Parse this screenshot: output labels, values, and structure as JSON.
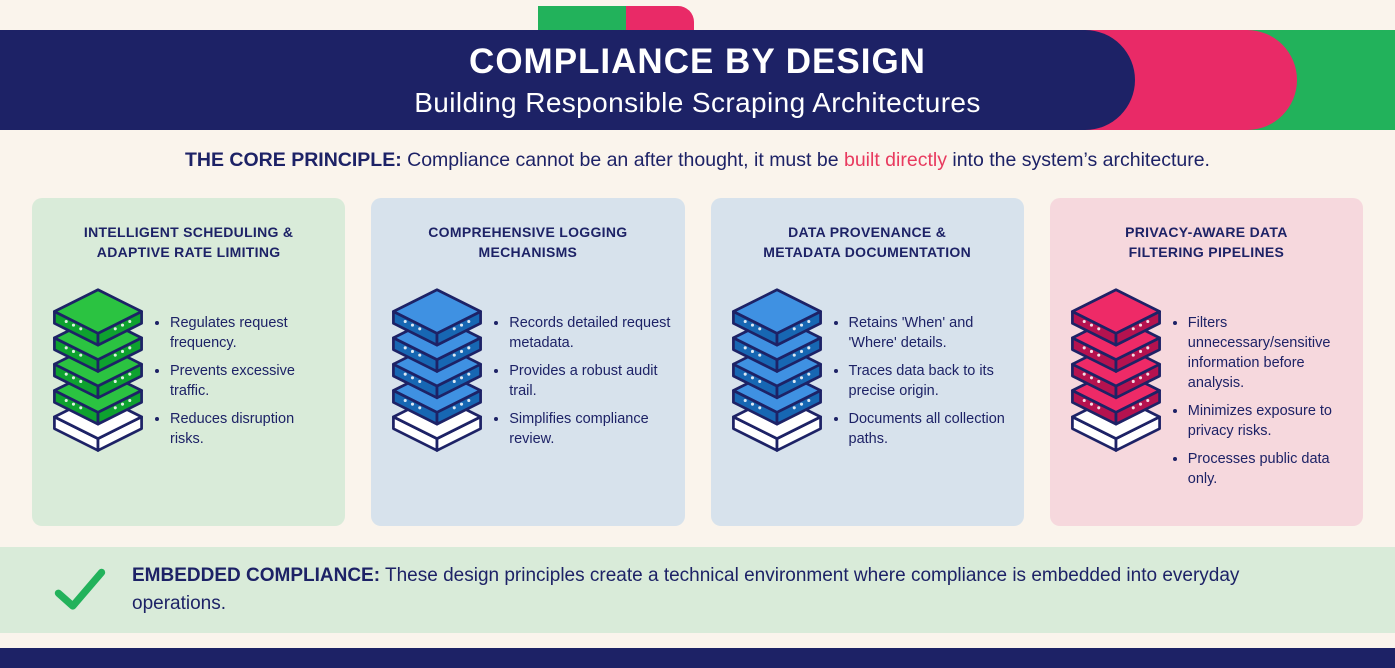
{
  "header": {
    "title": "COMPLIANCE BY DESIGN",
    "subtitle": "Building Responsible Scraping Architectures"
  },
  "core_principle": {
    "label": "THE CORE PRINCIPLE:",
    "before_highlight": "Compliance cannot be an after thought, it must be",
    "highlight": "built directly",
    "after_highlight": "into the system’s architecture."
  },
  "cards": [
    {
      "title": "INTELLIGENT SCHEDULING & ADAPTIVE RATE LIMITING",
      "icon": "server-stack-icon",
      "bullets": [
        "Regulates request frequency.",
        "Prevents excessive traffic.",
        "Reduces disruption risks."
      ]
    },
    {
      "title": "COMPREHENSIVE LOGGING MECHANISMS",
      "icon": "server-stack-icon",
      "bullets": [
        "Records detailed request metadata.",
        "Provides a robust audit trail.",
        "Simplifies compliance review."
      ]
    },
    {
      "title": "DATA PROVENANCE & METADATA DOCUMENTATION",
      "icon": "server-stack-icon",
      "bullets": [
        "Retains 'When' and 'Where' details.",
        "Traces data back to its precise origin.",
        "Documents all collection paths."
      ]
    },
    {
      "title": "PRIVACY-AWARE DATA FILTERING PIPELINES",
      "icon": "server-stack-icon",
      "bullets": [
        "Filters unnecessary/sensitive information before analysis.",
        "Minimizes exposure to privacy risks.",
        "Processes public data only."
      ]
    }
  ],
  "bottom_banner": {
    "icon": "check-icon",
    "label": "EMBEDDED COMPLIANCE:",
    "text": "These design principles create a technical environment where compliance is embedded into everyday operations."
  },
  "colors": {
    "navy": "#1d2266",
    "pink": "#e92a67",
    "green": "#22b25b",
    "cream_background": "#faf4ec",
    "highlight_text": "#e83a5f",
    "card_green_bg": "#d9ebd9",
    "card_blue_bg": "#d7e2ec",
    "card_pink_bg": "#f6d8dd",
    "banner_bg": "#d9ebd9",
    "icon_green_top": "#2bc341",
    "icon_green_side": "#0ea22f",
    "icon_blue_top": "#3f91e2",
    "icon_blue_side": "#1767b3",
    "icon_pink_top": "#ee2a67",
    "icon_pink_side": "#b5124f"
  }
}
